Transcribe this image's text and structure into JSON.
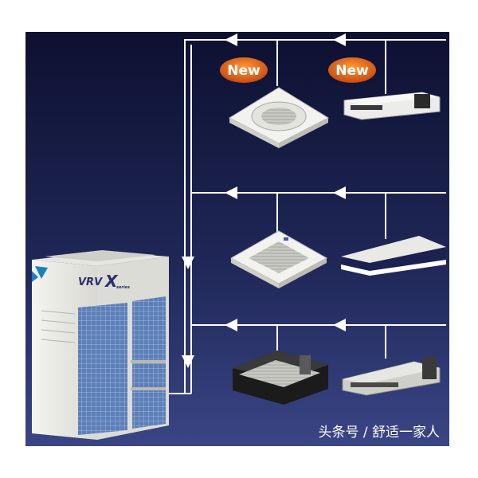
{
  "badges": [
    "New",
    "New"
  ],
  "outdoor_unit": {
    "model_label": "VRV",
    "series_mark": "X",
    "series_small": "series"
  },
  "caption": "头条号 / 舒适一家人",
  "colors": {
    "background_top": "#0d1030",
    "background_bottom": "#3a4585",
    "pipe": "#ffffff",
    "badge": "#e06a1a",
    "unit_body": "#eeeeea"
  },
  "icons": [
    "daikin-logo-icon",
    "arrow-left-icon",
    "arrow-down-icon"
  ]
}
